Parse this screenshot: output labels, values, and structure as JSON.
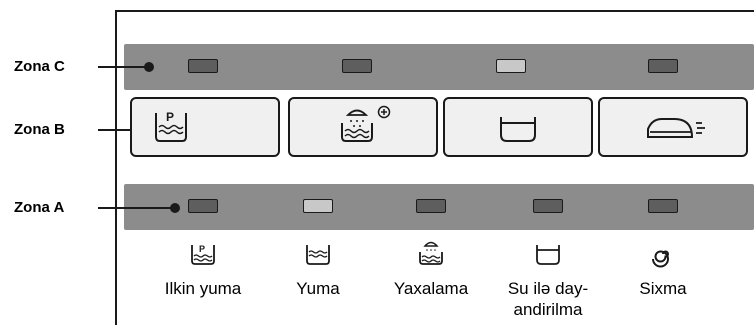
{
  "zones": {
    "c": {
      "label": "Zona C",
      "lamps": [
        false,
        false,
        true,
        false
      ]
    },
    "b": {
      "label": "Zona B",
      "buttons": [
        "prewash-p-icon",
        "rinse-shower-plus-icon",
        "tub-icon",
        "iron-icon"
      ]
    },
    "a": {
      "label": "Zona A",
      "lamps": [
        false,
        true,
        false,
        false,
        false
      ]
    }
  },
  "modes": [
    {
      "icon": "prewash-p-icon",
      "label": "Ilkin yuma"
    },
    {
      "icon": "wash-tub-icon",
      "label": "Yuma"
    },
    {
      "icon": "rinse-shower-icon",
      "label": "Yaxalama"
    },
    {
      "icon": "tub-icon",
      "label": "Su ilə day-andirilma"
    },
    {
      "icon": "spin-icon",
      "label": "Sixma"
    }
  ],
  "colors": {
    "strip": "#8c8c8c",
    "lamp_off": "#5e5e5e",
    "lamp_on": "#c8c8c8",
    "button": "#f0f0f0"
  }
}
